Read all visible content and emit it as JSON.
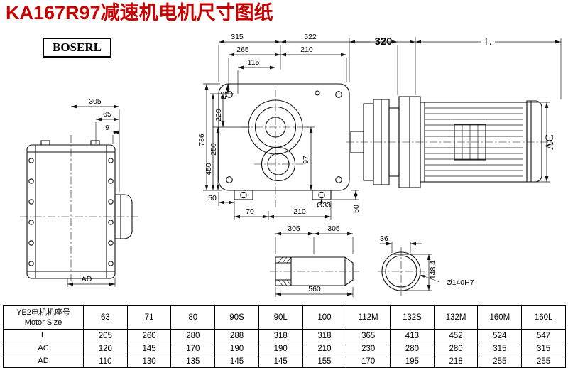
{
  "page": {
    "title": "KA167R97减速机电机尺寸图纸",
    "logo": "BOSERL"
  },
  "dims": {
    "side": {
      "w305": "305",
      "w65": "65",
      "w9": "9",
      "ad": "AD"
    },
    "front": {
      "t315": "315",
      "t522": "522",
      "t265": "265",
      "t210": "210",
      "t115": "115",
      "h786": "786",
      "h450": "450",
      "h250": "250",
      "h220": "220",
      "h22": "22",
      "v97": "97",
      "b50l": "50",
      "b70": "70",
      "b210": "210",
      "d33": "Ø33",
      "b50r": "50"
    },
    "motor": {
      "d320": "320",
      "len": "L",
      "ac": "AC"
    },
    "shaft": {
      "a305": "305",
      "b305": "305",
      "l560": "560"
    },
    "end": {
      "w36": "36",
      "h1484": "148.4",
      "d140": "Ø140H7"
    }
  },
  "table": {
    "header_line1": "YE2电机机座号",
    "header_line2": "Motor Size",
    "sizes": [
      "63",
      "71",
      "80",
      "90S",
      "90L",
      "100",
      "112M",
      "132S",
      "132M",
      "160M",
      "160L"
    ],
    "rows": [
      {
        "label": "L",
        "values": [
          "205",
          "260",
          "280",
          "288",
          "318",
          "318",
          "365",
          "413",
          "452",
          "524",
          "547"
        ]
      },
      {
        "label": "AC",
        "values": [
          "120",
          "145",
          "170",
          "190",
          "190",
          "210",
          "230",
          "280",
          "280",
          "315",
          "315"
        ]
      },
      {
        "label": "AD",
        "values": [
          "110",
          "130",
          "135",
          "145",
          "145",
          "155",
          "170",
          "195",
          "218",
          "255",
          "255"
        ]
      }
    ]
  }
}
